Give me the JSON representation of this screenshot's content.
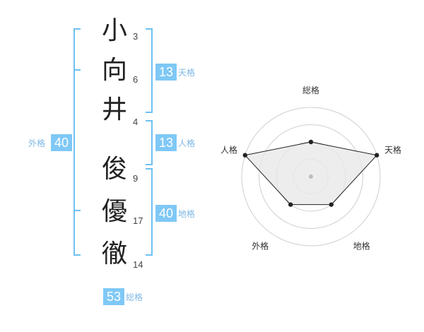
{
  "name": {
    "chars": [
      {
        "char": "小",
        "strokes": "3"
      },
      {
        "char": "向",
        "strokes": "6"
      },
      {
        "char": "井",
        "strokes": "4"
      },
      {
        "char": "俊",
        "strokes": "9"
      },
      {
        "char": "優",
        "strokes": "17"
      },
      {
        "char": "徹",
        "strokes": "14"
      }
    ]
  },
  "scores": {
    "tenkaku": {
      "value": "13",
      "label": "天格"
    },
    "jinkaku": {
      "value": "13",
      "label": "人格"
    },
    "chikaku": {
      "value": "40",
      "label": "地格"
    },
    "gaikaku": {
      "value": "40",
      "label": "外格"
    },
    "soukaku": {
      "value": "53",
      "label": "総格"
    }
  },
  "chart_data": {
    "type": "radar",
    "axes": [
      "総格",
      "天格",
      "地格",
      "外格",
      "人格"
    ],
    "values": [
      2,
      4,
      2,
      2,
      4
    ],
    "max": 4,
    "colors": {
      "fill": "#e8e8e8",
      "line": "#222222",
      "grid": "#cfcfcf",
      "center": "#bdbdbd"
    }
  },
  "colors": {
    "accent": "#7fc8f6",
    "bracket": "#6ec1f2"
  }
}
